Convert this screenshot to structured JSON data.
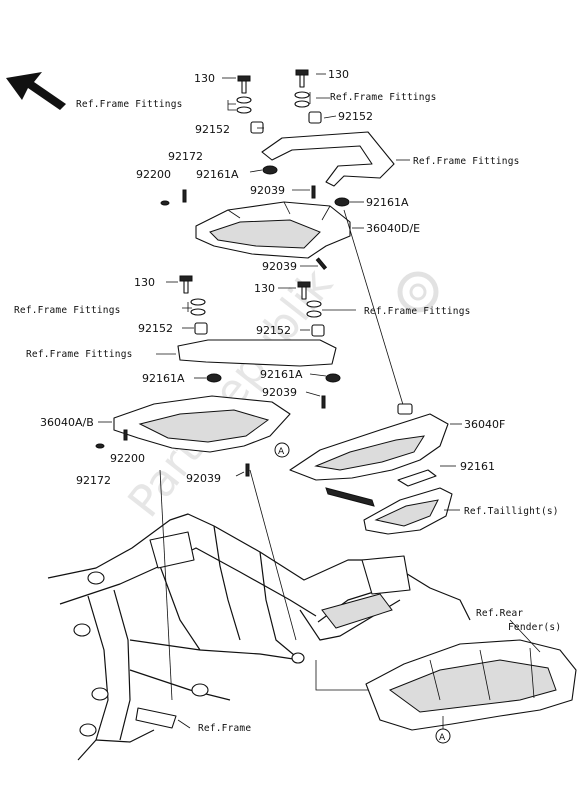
{
  "watermark": "PartsRepublik",
  "parts": {
    "p130_a": "130",
    "p130_b": "130",
    "p130_c": "130",
    "p130_d": "130",
    "p92152_a": "92152",
    "p92152_b": "92152",
    "p92152_c": "92152",
    "p92152_d": "92152",
    "p92172_a": "92172",
    "p92172_b": "92172",
    "p92200_a": "92200",
    "p92200_b": "92200",
    "p92161a_a": "92161A",
    "p92161a_b": "92161A",
    "p92161a_c": "92161A",
    "p92161a_d": "92161A",
    "p92039_a": "92039",
    "p92039_b": "92039",
    "p92039_c": "92039",
    "p92039_d": "92039",
    "p36040de": "36040D/E",
    "p36040ab": "36040A/B",
    "p36040f": "36040F",
    "p92161": "92161"
  },
  "refs": {
    "frame_fittings_1": "Ref.Frame Fittings",
    "frame_fittings_2": "Ref.Frame Fittings",
    "frame_fittings_3": "Ref.Frame Fittings",
    "frame_fittings_4": "Ref.Frame Fittings",
    "frame_fittings_5": "Ref.Frame Fittings",
    "frame_fittings_6": "Ref.Frame Fittings",
    "taillight": "Ref.Taillight(s)",
    "rear_fender_1": "Ref.Rear",
    "rear_fender_2": "Fender(s)",
    "frame": "Ref.Frame"
  },
  "markers": {
    "a1": "A",
    "a2": "A"
  },
  "icons": {
    "direction_arrow": "front-direction-arrow-icon",
    "watermark_gear": "gear-icon"
  }
}
